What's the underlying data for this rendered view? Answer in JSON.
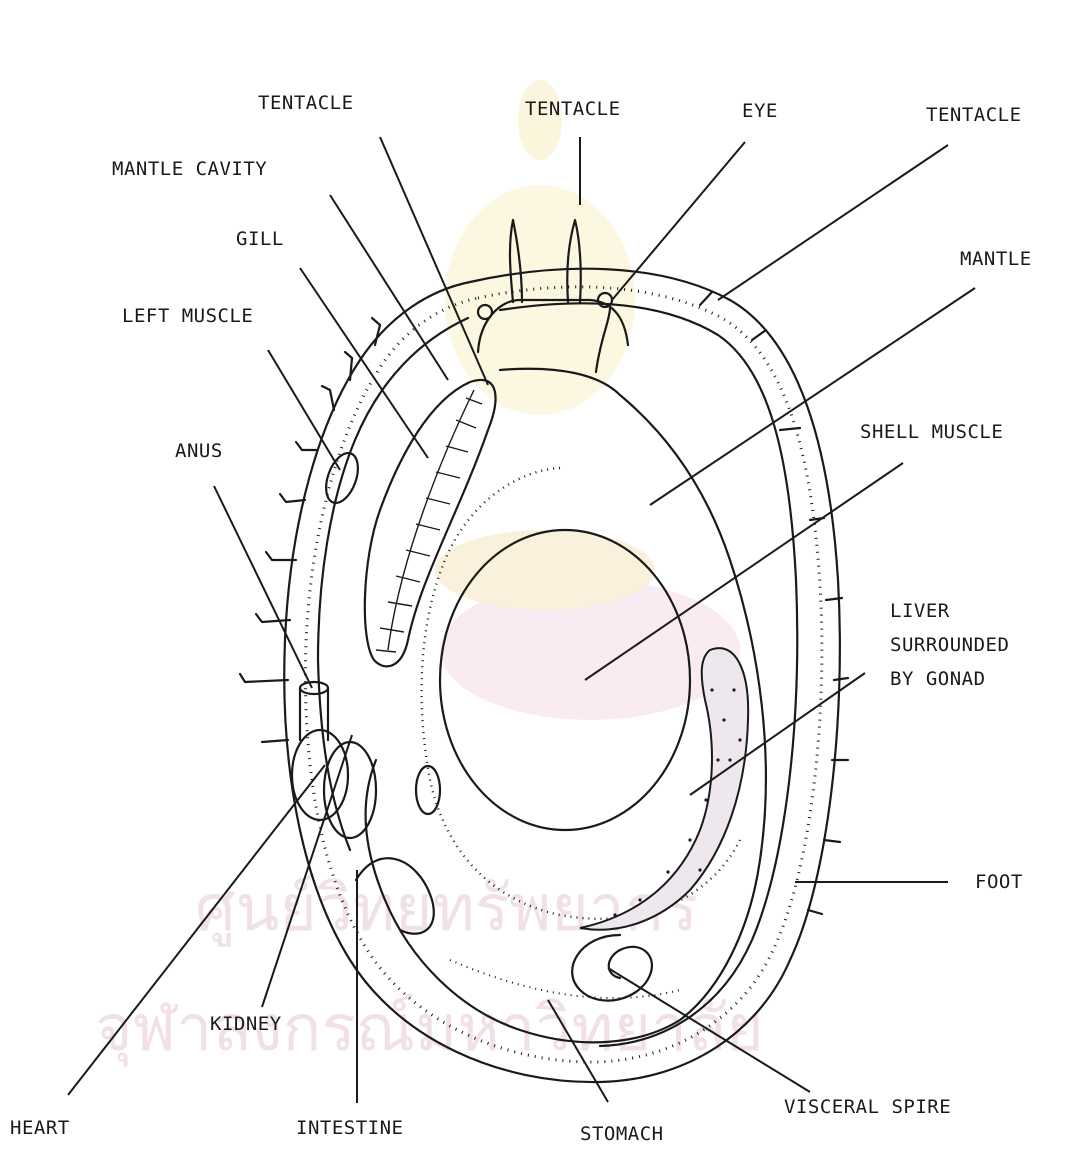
{
  "figure": {
    "labels": {
      "tentacle_left": "TENTACLE",
      "tentacle_mid": "TENTACLE",
      "eye": "EYE",
      "tentacle_right": "TENTACLE",
      "mantle_cavity": "MANTLE CAVITY",
      "gill": "GILL",
      "left_muscle": "LEFT MUSCLE",
      "anus": "ANUS",
      "mantle": "MANTLE",
      "shell_muscle": "SHELL MUSCLE",
      "liver_line1": "LIVER",
      "liver_line2": "SURROUNDED",
      "liver_line3": "BY GONAD",
      "foot": "FOOT",
      "kidney": "KIDNEY",
      "heart": "HEART",
      "intestine": "INTESTINE",
      "stomach": "STOMACH",
      "visceral_spire": "VISCERAL SPIRE"
    },
    "watermark": {
      "line1": "ศูนย์วิทยทรัพยากร",
      "line2": "จุฬาลงกรณ์มหาวิทยาลัย"
    }
  }
}
